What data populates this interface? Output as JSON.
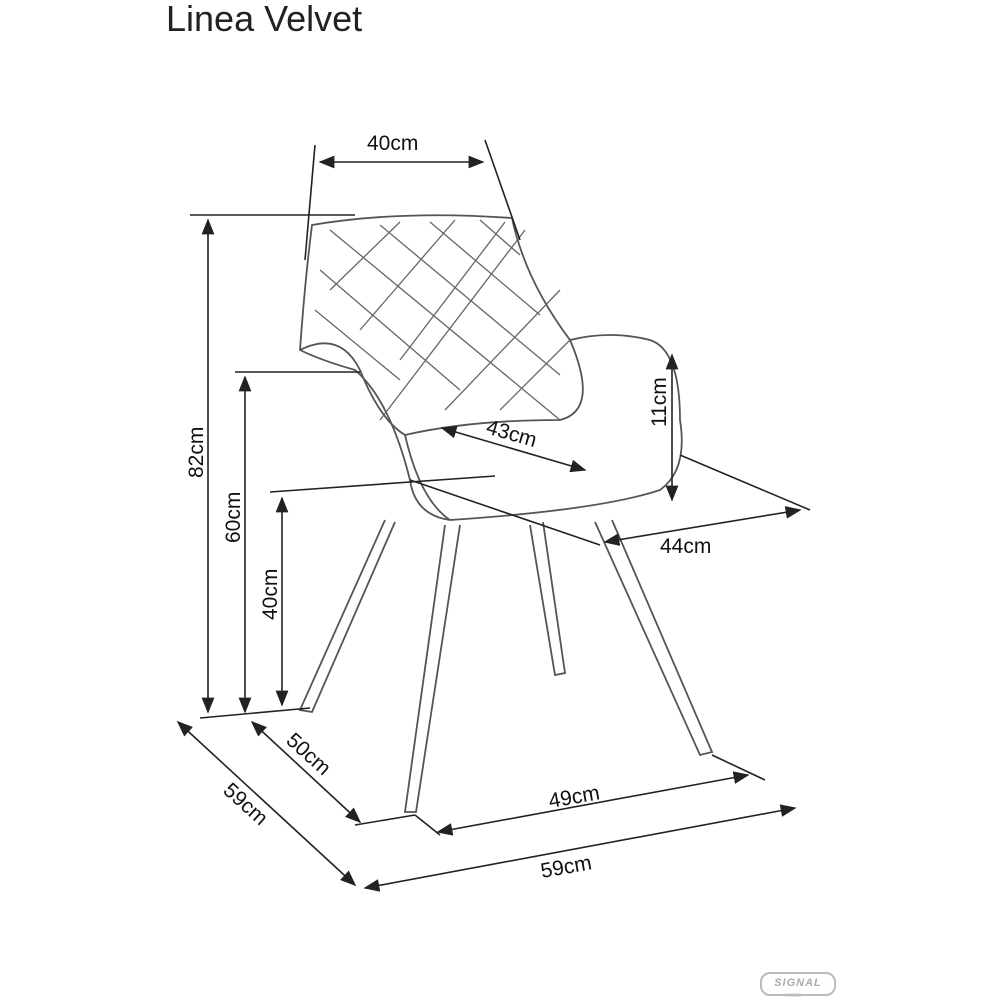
{
  "title": "Linea Velvet",
  "dimensions": {
    "backrest_width": "40cm",
    "total_height": "82cm",
    "armrest_height": "60cm",
    "seat_height": "40cm",
    "armrest_above_seat": "11cm",
    "seat_depth": "43cm",
    "seat_width": "44cm",
    "leg_depth": "50cm",
    "leg_width": "49cm",
    "total_depth": "59cm",
    "total_width": "59cm"
  },
  "logo": {
    "name": "SIGNAL",
    "sub": "meble"
  }
}
